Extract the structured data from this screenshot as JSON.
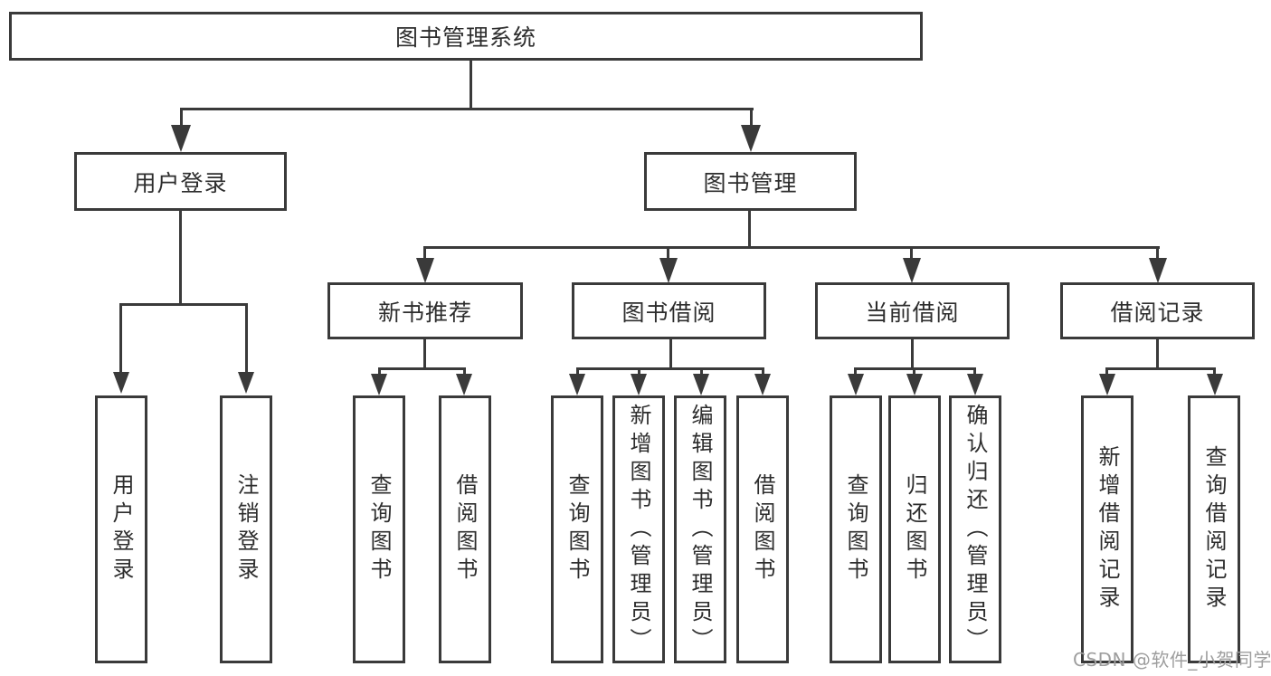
{
  "diagram": {
    "root": {
      "label": "图书管理系统"
    },
    "level2": [
      {
        "label": "用户登录"
      },
      {
        "label": "图书管理"
      }
    ],
    "level3": [
      {
        "label": "新书推荐"
      },
      {
        "label": "图书借阅"
      },
      {
        "label": "当前借阅"
      },
      {
        "label": "借阅记录"
      }
    ],
    "leaves": {
      "user_login": [
        {
          "label": "用户登录"
        },
        {
          "label": "注销登录"
        }
      ],
      "new_book": [
        {
          "label": "查询图书"
        },
        {
          "label": "借阅图书"
        }
      ],
      "book_borrow": [
        {
          "label": "查询图书"
        },
        {
          "label": "新增图书（管理员）"
        },
        {
          "label": "编辑图书（管理员）"
        },
        {
          "label": "借阅图书"
        }
      ],
      "current_borrow": [
        {
          "label": "查询图书"
        },
        {
          "label": "归还图书"
        },
        {
          "label": "确认归还（管理员）"
        }
      ],
      "borrow_record": [
        {
          "label": "新增借阅记录"
        },
        {
          "label": "查询借阅记录"
        }
      ]
    },
    "watermark": "CSDN @软件_小贺同学",
    "colors": {
      "line": "#3a3a3a",
      "text": "#2d2d2d",
      "background": "#ffffff",
      "watermark": "#9e9e9e"
    }
  }
}
